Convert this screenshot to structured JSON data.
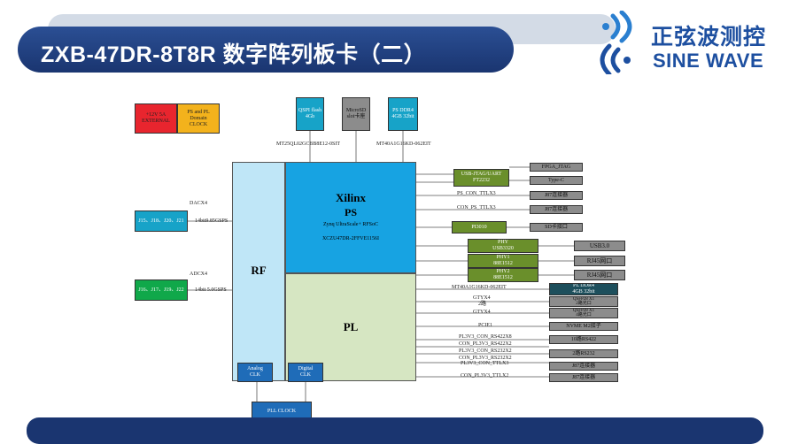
{
  "header": {
    "title": "ZXB-47DR-8T8R  数字阵列板卡（二）",
    "logo_cn": "正弦波测控",
    "logo_en": "SINE WAVE"
  },
  "colors": {
    "banner": "#1a3570",
    "rf": "#bfe6f7",
    "ps": "#17a3e2",
    "pl": "#d6e6c2",
    "red_block": "#e8252e",
    "orange_block": "#f3b21c",
    "teal_block": "#17a3c8",
    "green_block": "#10a84a",
    "olive_block": "#6a8f2b",
    "gray_block": "#8c8c8c",
    "blue_clock": "#1f6cb8",
    "dark_teal": "#1d4f5c"
  },
  "blocks": {
    "power": "+12V 5A\nEXTERNAL",
    "domain_clock": "PS and PL\nDomain\nCLOCK",
    "qspi": "QSPI flash\n4Gb",
    "microsd": "MicroSD\nslot卡座",
    "ps_ddr4": "PS DDR4\n4GB 32bit",
    "dac_ports": "J15、J18、J20、J21",
    "adc_ports": "J16、J17、J19、J22",
    "rf": "RF",
    "ps_title": "Xilinx",
    "ps_sub": "PS",
    "ps_desc1": "Zynq UltraScale+ RFSoC",
    "ps_desc2": "XCZU47DR-2FFVE1156I",
    "pl": "PL",
    "analog_clk": "Analog\nCLK",
    "digital_clk": "Digital\nCLK",
    "pll_clock": "PLL CLOCK",
    "usb_jtag": "USB-JTAG/UART\nFT2232",
    "pcie_bridge": "PI3010",
    "phy_usb": "PHY\nUSB3320",
    "phy1": "PHY1\n88E1512",
    "phy2": "PHY2\n88E1512",
    "pl_ddr4": "PL DDR4\n4GB 32bit"
  },
  "labels": {
    "qspi_part": "MT25QL02GCBB8E12-0SIT",
    "ddr_part": "MT40A1G16KD-062EIT",
    "dacx4": "DACX4",
    "dac_spec": "14bit9.85GSPS",
    "adcx4": "ADCX4",
    "adc_spec": "14bit 5.0GSPS",
    "ps_con_ttl1": "PS_CON_TTLX3",
    "con_ps_ttl": "CON_PS_TTLX3",
    "pl_ddr_part": "MT40A1G16KD-062EIT",
    "gtyx4": "GTYX4",
    "gty_2": "2路",
    "gtyx4b": "GTYX4",
    "pcie1": "PCIE1",
    "rs422_1": "PL3V3_CON_RS422X8",
    "rs422_2": "CON_PL3V3_RS422X2",
    "rs232_1": "PL3V3_CON_RS232X2",
    "rs232_2": "CON_PL3V3_RS232X2",
    "ttl_1": "PL3V3_CON_TTLX3",
    "ttl_2": "CON_PL3V3_TTLX2"
  },
  "right_col": {
    "fpga_jtag": "FPGA_JTAG",
    "type_c": "Type-C",
    "j87_1": "J87连接器",
    "j87_2": "J87连接器",
    "sd_slot": "SD卡接口",
    "usb30": "USB3.0",
    "rj45_1": "RJ45网口",
    "rj45_2": "RJ45网口",
    "qsfp1": "QSFP28 X1\n2路光口",
    "qsfp2": "QSFP28 X1\n4路光口",
    "nvme": "NVME M2接子",
    "rs422": "10路RS422",
    "rs232": "2路RS232",
    "j87_3": "J87连接器",
    "j87_4": "J87连接器"
  }
}
